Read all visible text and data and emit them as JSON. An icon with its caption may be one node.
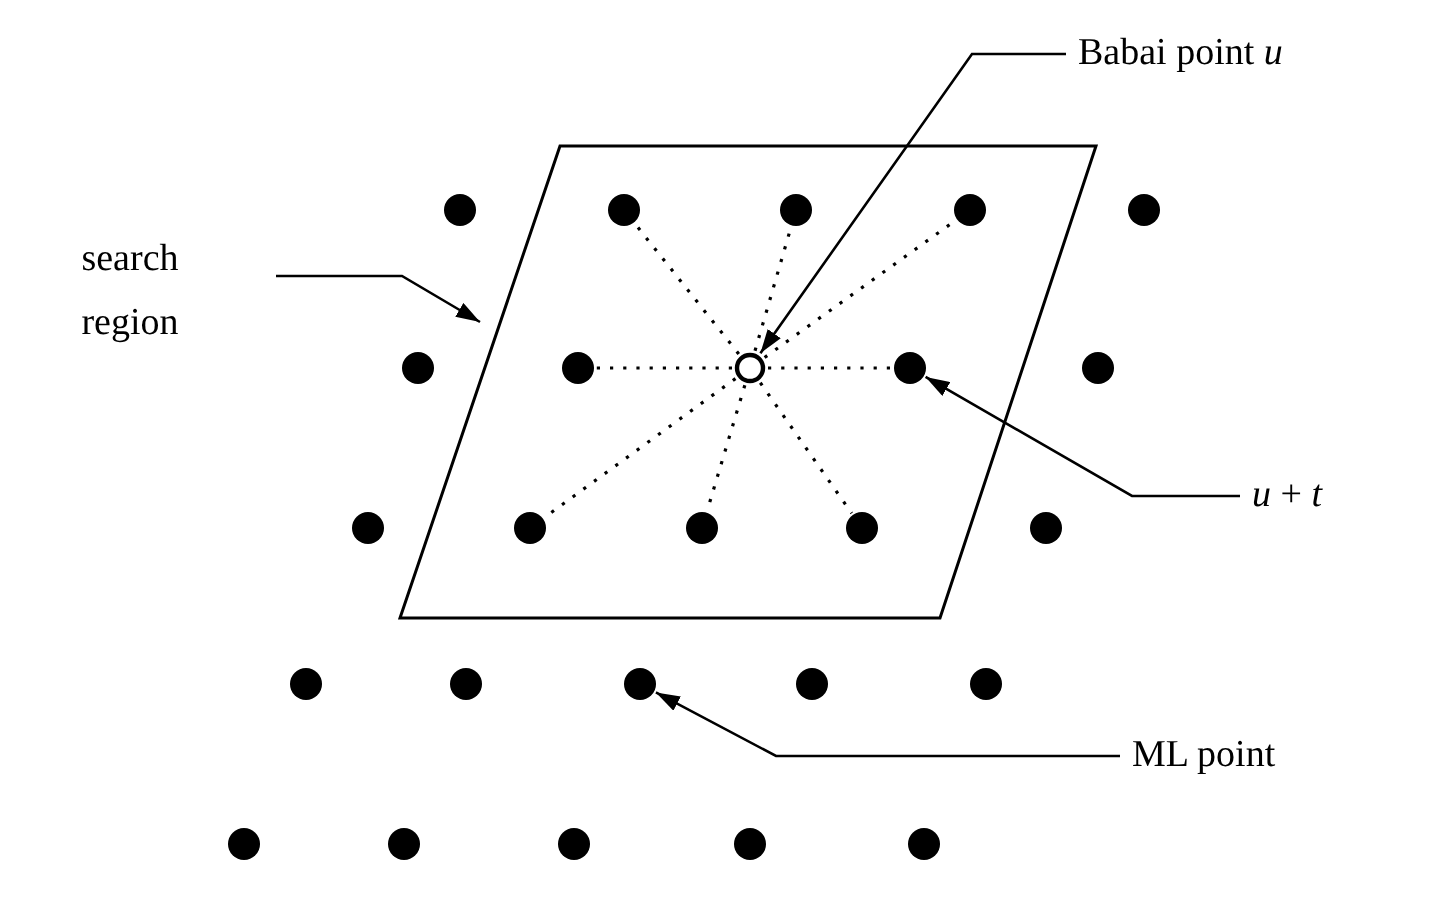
{
  "diagram": {
    "nodes": [
      {
        "text": [
          "Babai point *u*"
        ]
      },
      {
        "text": [],
        "shape": "parallelogram"
      },
      {
        "text": [],
        "shape": "dot"
      },
      {
        "text": [],
        "shape": "dot",
        "in": 1
      },
      {
        "text": [],
        "shape": "dot",
        "in": 1
      },
      {
        "text": [],
        "shape": "dot",
        "in": 1
      },
      {
        "text": [],
        "shape": "dot"
      },
      {
        "text": [
          "search region"
        ]
      },
      {
        "text": [],
        "shape": "dot"
      },
      {
        "text": [],
        "shape": "dot",
        "in": 1
      },
      {
        "text": [],
        "shape": "circle",
        "in": 1
      },
      {
        "text": [],
        "shape": "dot",
        "in": 1
      },
      {
        "text": [],
        "shape": "dot"
      },
      {
        "text": [
          "*u* + *t*"
        ]
      },
      {
        "text": [],
        "shape": "dot"
      },
      {
        "text": [],
        "shape": "dot",
        "in": 1
      },
      {
        "text": [],
        "shape": "dot",
        "in": 1
      },
      {
        "text": [],
        "shape": "dot",
        "in": 1
      },
      {
        "text": [],
        "shape": "dot"
      },
      {
        "text": [],
        "shape": "dot"
      },
      {
        "text": [],
        "shape": "dot"
      },
      {
        "text": [],
        "shape": "dot"
      },
      {
        "text": [],
        "shape": "dot"
      },
      {
        "text": [],
        "shape": "dot"
      },
      {
        "text": [
          "ML point"
        ]
      },
      {
        "text": [],
        "shape": "dot"
      },
      {
        "text": [],
        "shape": "dot"
      },
      {
        "text": [],
        "shape": "dot"
      },
      {
        "text": [],
        "shape": "dot"
      },
      {
        "text": [],
        "shape": "dot"
      }
    ],
    "edges": [
      {
        "from": 0,
        "to": 10,
        "arrow": "to"
      },
      {
        "from": 7,
        "to": 1,
        "arrow": "to"
      },
      {
        "from": 13,
        "to": 11,
        "arrow": "to"
      },
      {
        "from": 24,
        "to": 21,
        "arrow": "to"
      },
      {
        "from": 10,
        "to": 3,
        "arrow": "none",
        "style": "dashed"
      },
      {
        "from": 10,
        "to": 4,
        "arrow": "none",
        "style": "dashed"
      },
      {
        "from": 10,
        "to": 5,
        "arrow": "none",
        "style": "dashed"
      },
      {
        "from": 10,
        "to": 9,
        "arrow": "none",
        "style": "dashed"
      },
      {
        "from": 10,
        "to": 11,
        "arrow": "none",
        "style": "dashed"
      },
      {
        "from": 10,
        "to": 15,
        "arrow": "none",
        "style": "dashed"
      },
      {
        "from": 10,
        "to": 16,
        "arrow": "none",
        "style": "dashed"
      },
      {
        "from": 10,
        "to": 17,
        "arrow": "none",
        "style": "dashed"
      }
    ]
  }
}
